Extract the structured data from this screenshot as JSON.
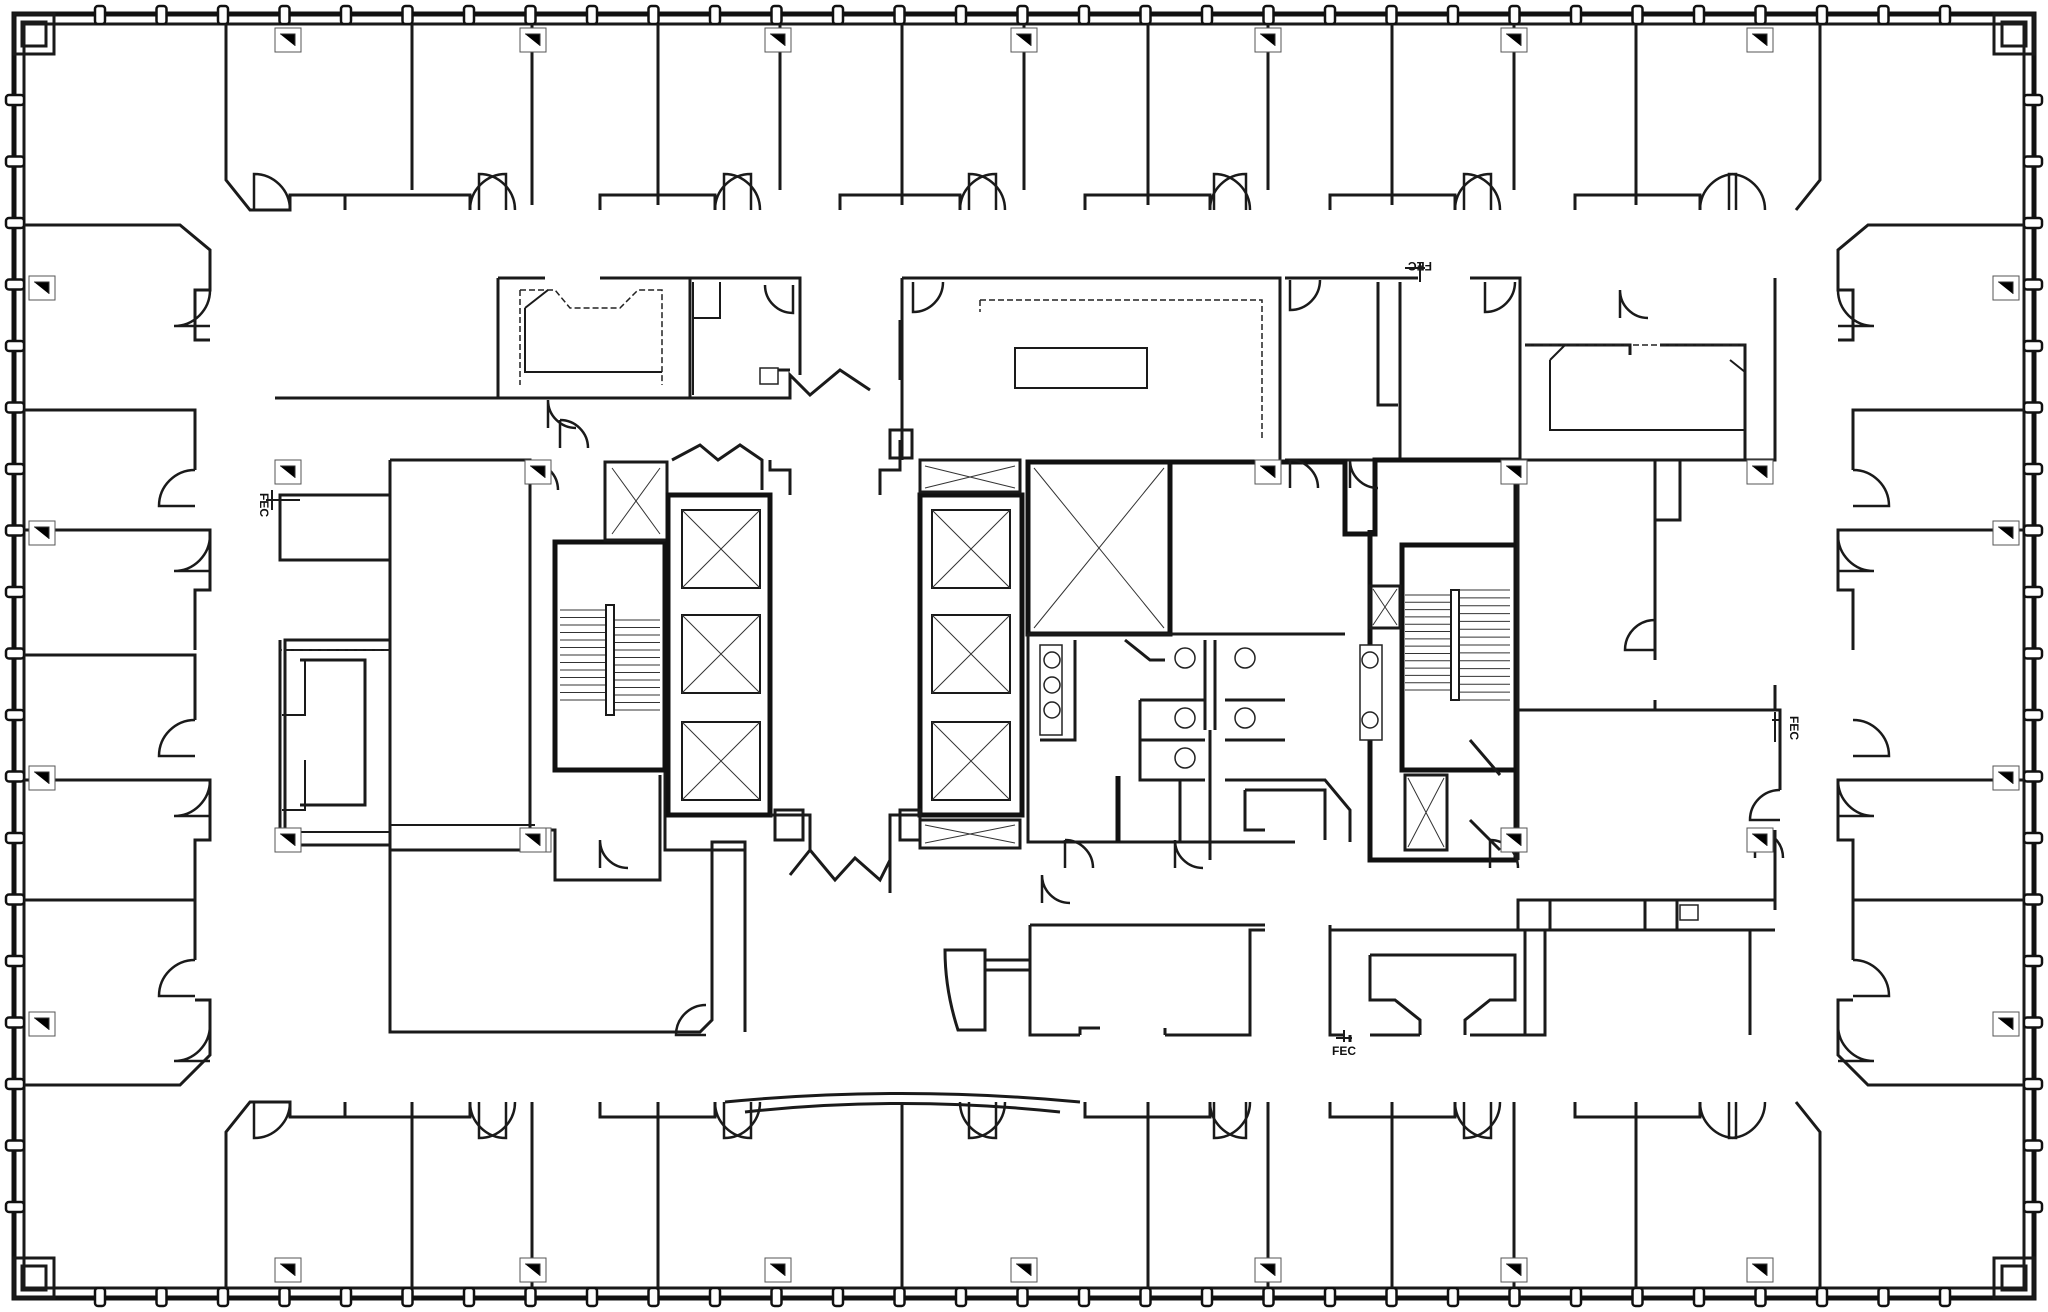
{
  "plan": {
    "fec_labels": [
      "FEC",
      "FEC",
      "FEC",
      "FEC"
    ]
  }
}
